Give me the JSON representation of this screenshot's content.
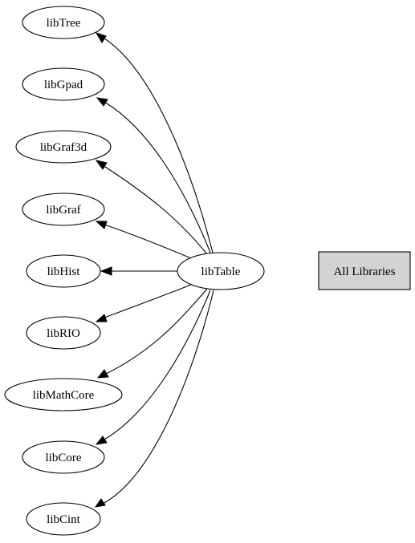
{
  "graph": {
    "source": "libTable",
    "targets": [
      "libTree",
      "libGpad",
      "libGraf3d",
      "libGraf",
      "libHist",
      "libRIO",
      "libMathCore",
      "libCore",
      "libCint"
    ],
    "all_libraries_label": "All Libraries",
    "colors": {
      "all_libraries_fill": "#d3d3d3",
      "stroke": "#000000",
      "node_fill": "#ffffff"
    }
  }
}
